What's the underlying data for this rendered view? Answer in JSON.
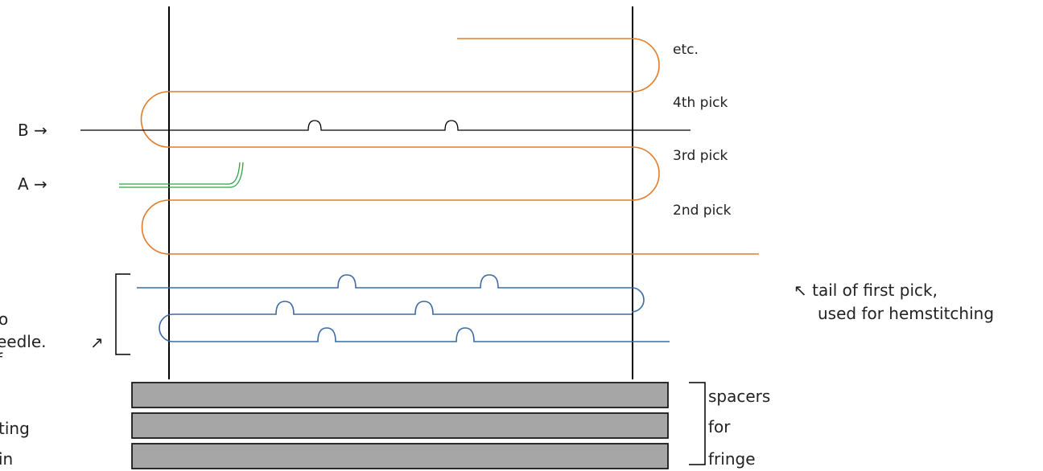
{
  "labels": {
    "b_marker": "B →",
    "a_marker": "A →",
    "etc": "etc.",
    "pick4": "4th pick",
    "pick3": "3rd pick",
    "pick2": "2nd pick",
    "tail_line1": "↖ tail of first pick,",
    "tail_line2": "used for hemstitching",
    "spacers": "spacers",
    "for": "for",
    "fringe": "fringe",
    "left_frag1": "o",
    "left_frag2": "eedle.",
    "left_frag3": "f",
    "left_frag4": "ting",
    "left_frag5": "in",
    "small_arrow": "↗"
  },
  "colors": {
    "warp": "#000000",
    "weft": "#e07b2a",
    "needle": "#2ea34a",
    "hemstitch": "#3a6ba5",
    "spacer_fill": "#a6a6a6",
    "spacer_stroke": "#1a1a1a"
  }
}
